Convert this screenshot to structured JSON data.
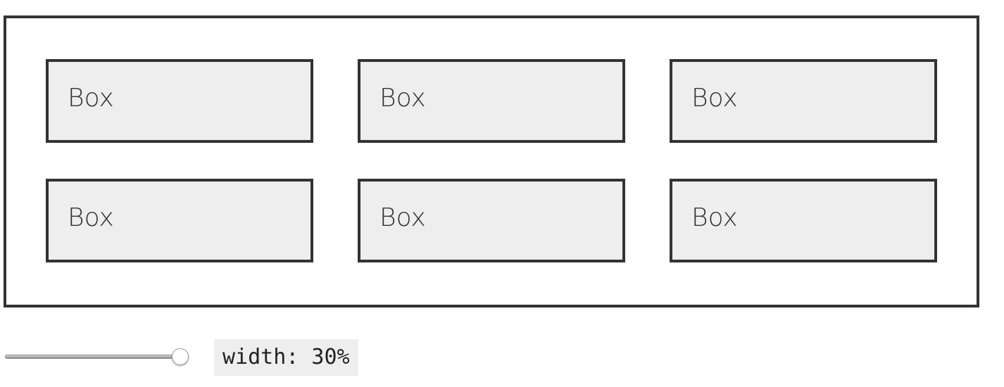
{
  "boxes": [
    {
      "label": "Box"
    },
    {
      "label": "Box"
    },
    {
      "label": "Box"
    },
    {
      "label": "Box"
    },
    {
      "label": "Box"
    },
    {
      "label": "Box"
    }
  ],
  "control": {
    "slider_value": "30%",
    "readout_text": "width: 30%"
  },
  "colors": {
    "border": "#333333",
    "box_fill": "#eeeeee",
    "readout_bg": "#eeeeee"
  }
}
